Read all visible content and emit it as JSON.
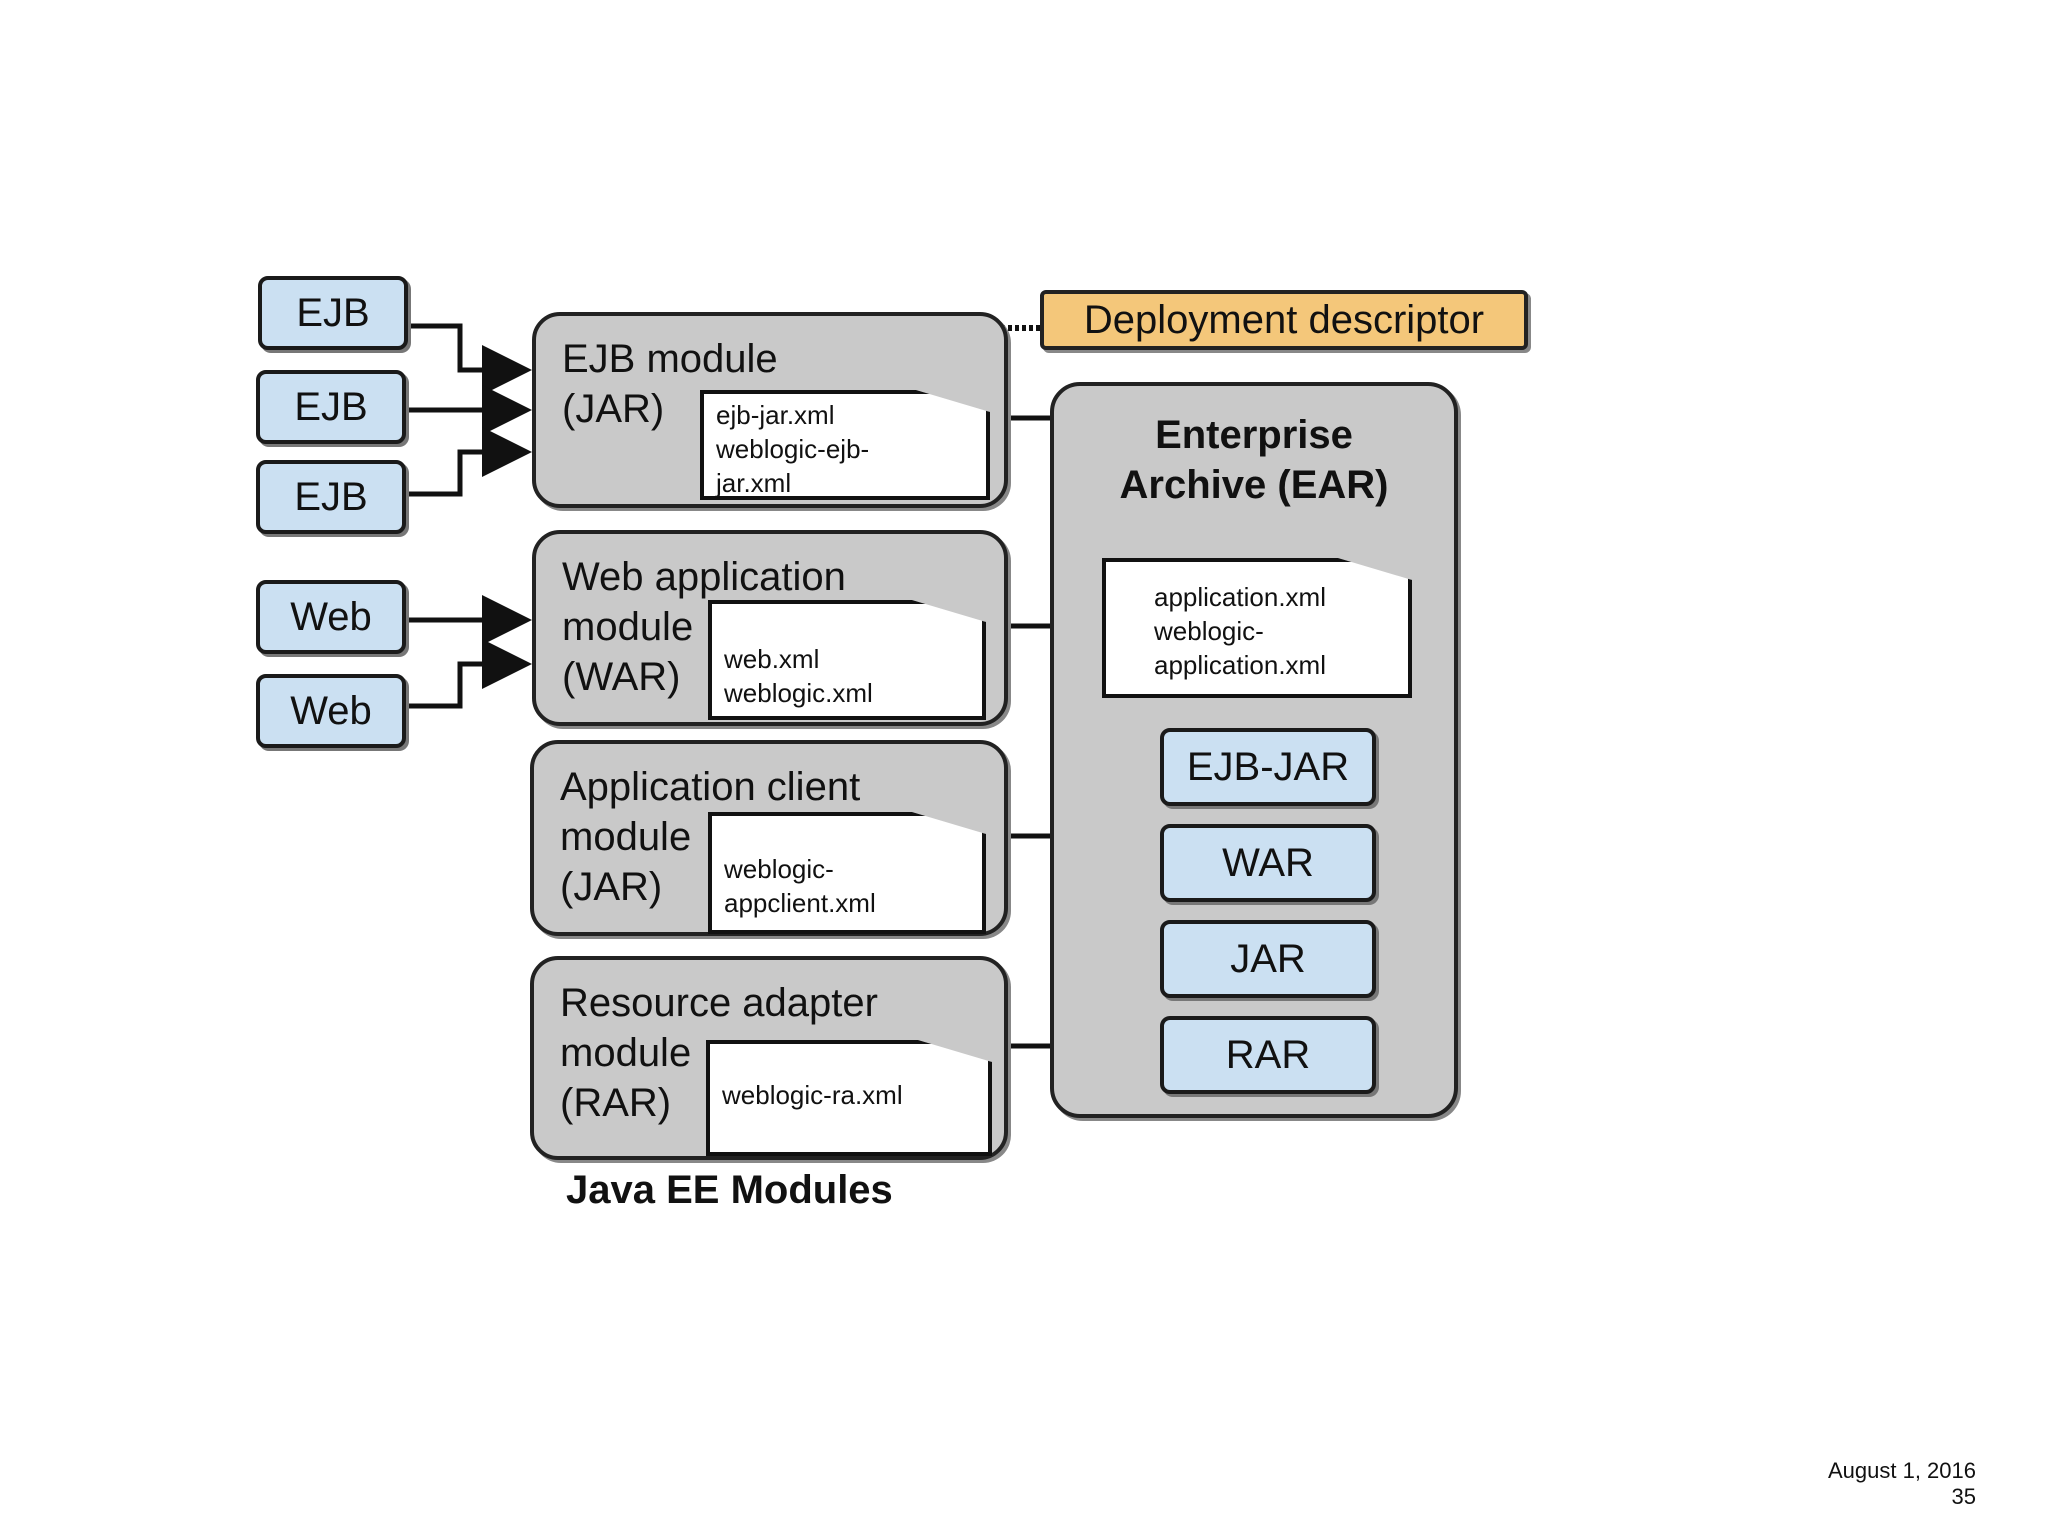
{
  "inputs": {
    "ejb": [
      "EJB",
      "EJB",
      "EJB"
    ],
    "web": [
      "Web",
      "Web"
    ]
  },
  "modules": {
    "ejb": {
      "title": "EJB module\n(JAR)",
      "descriptor": "ejb-jar.xml\nweblogic-ejb-\njar.xml"
    },
    "web": {
      "title": "Web application\nmodule\n(WAR)",
      "descriptor": "web.xml\nweblogic.xml"
    },
    "client": {
      "title": "Application client\nmodule\n(JAR)",
      "descriptor": "weblogic-\nappclient.xml"
    },
    "resource": {
      "title": "Resource adapter\nmodule\n(RAR)",
      "descriptor": "weblogic-ra.xml"
    }
  },
  "deployment_descriptor_label": "Deployment descriptor",
  "ear": {
    "title": "Enterprise\nArchive (EAR)",
    "descriptor": "application.xml\nweblogic-\napplication.xml",
    "items": [
      "EJB-JAR",
      "WAR",
      "JAR",
      "RAR"
    ]
  },
  "caption": "Java EE Modules",
  "footer": {
    "date": "August 1, 2016",
    "page": "35"
  },
  "colors": {
    "component_fill": "#cbe0f2",
    "module_fill": "#c9c9c9",
    "descriptor_fill": "#f4c77a"
  }
}
